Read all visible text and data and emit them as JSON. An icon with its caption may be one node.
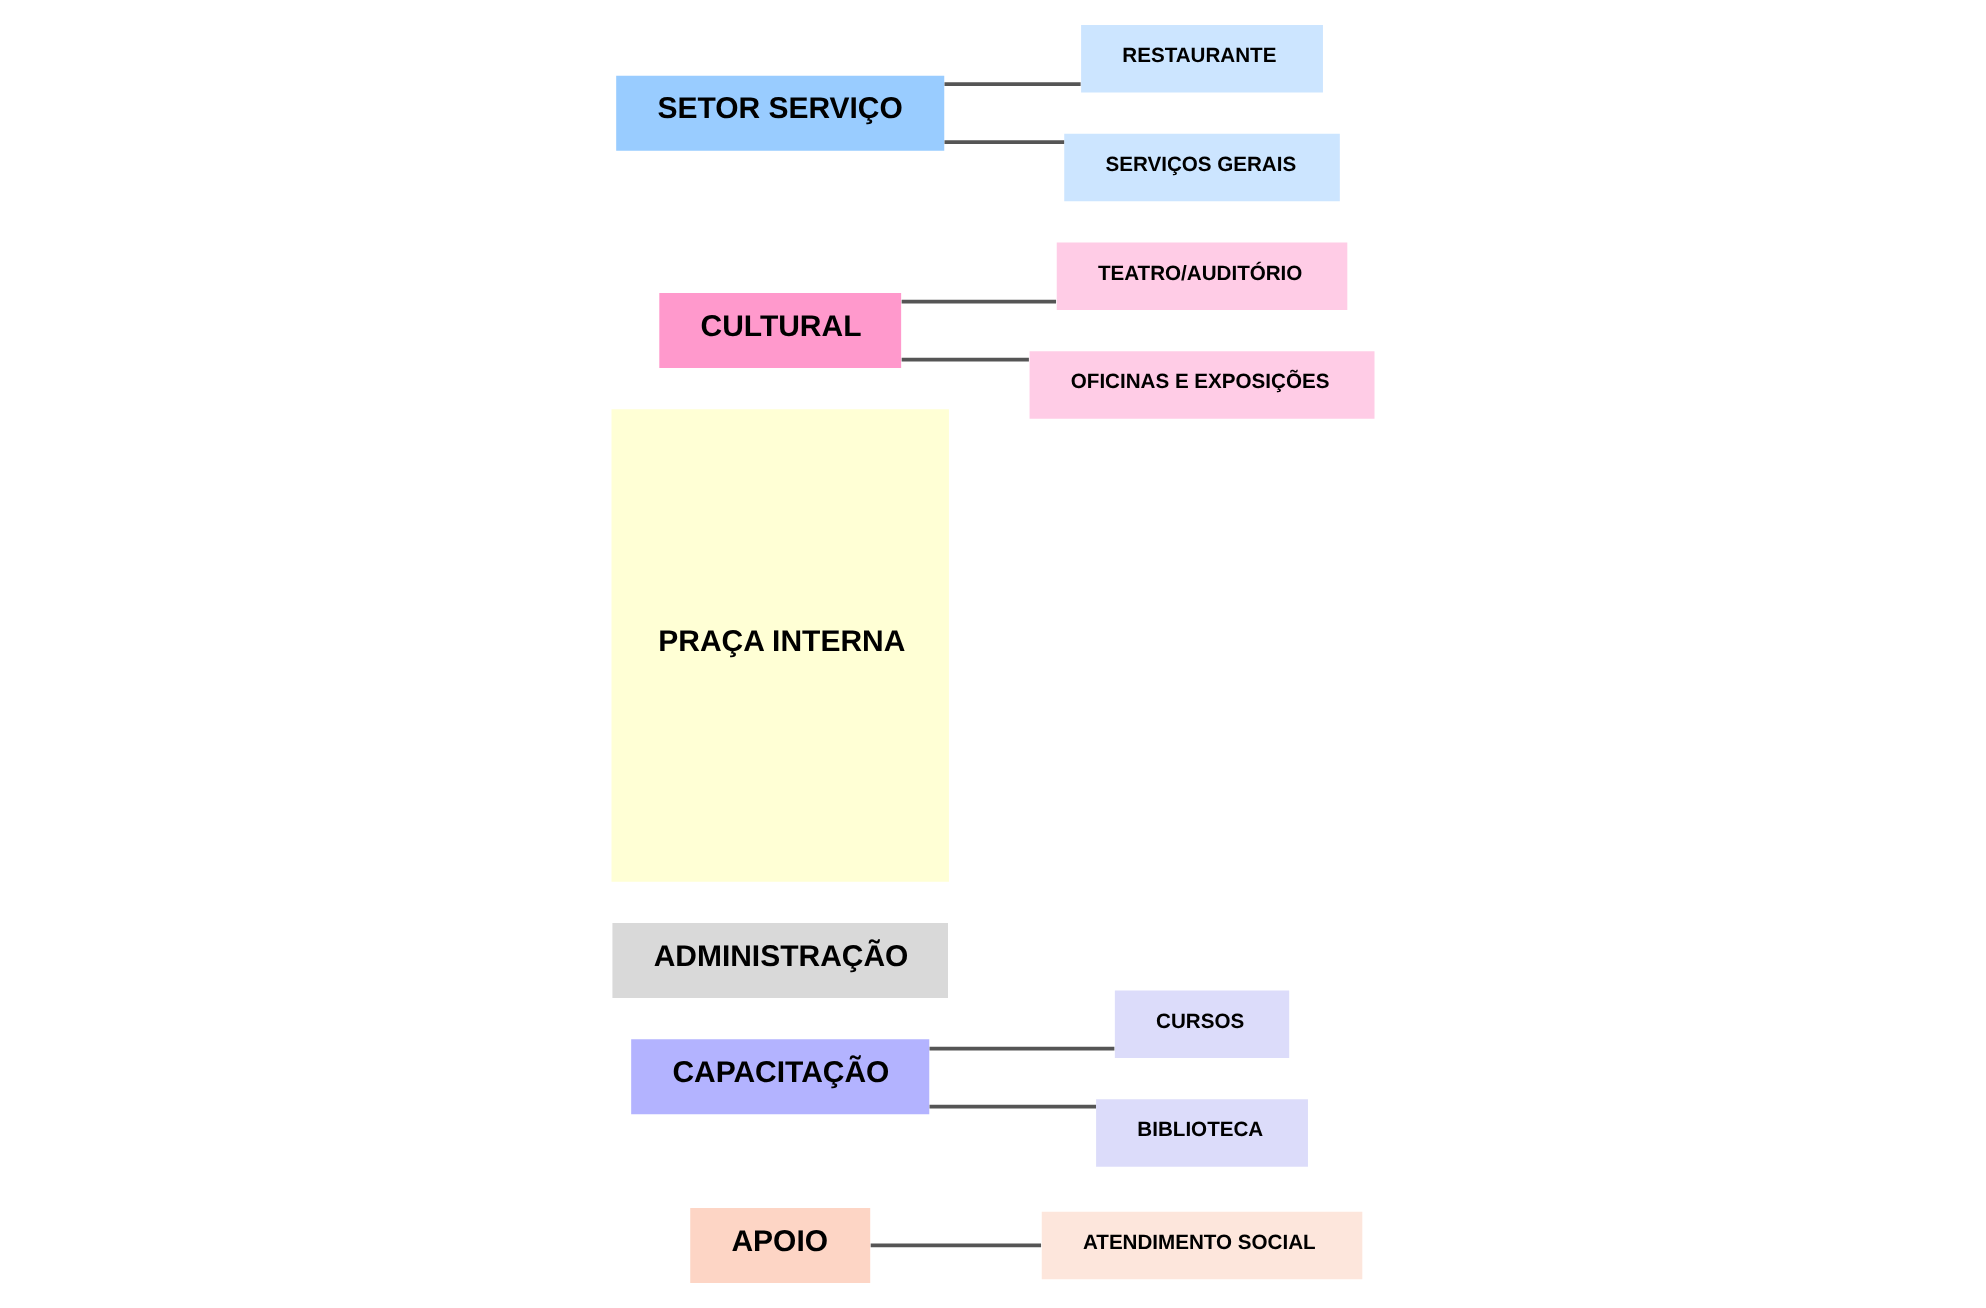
{
  "diagram": {
    "nodes": [
      {
        "text": [
          "APOIO"
        ]
      },
      {
        "text": [
          "ATENDIMENTO SOCIAL"
        ]
      },
      {
        "text": [
          "CAPACITAÇÃO"
        ]
      },
      {
        "text": [
          "CURSOS"
        ]
      },
      {
        "text": [
          "BIBLIOTECA"
        ]
      },
      {
        "text": [
          "ADMINISTRAÇÃO"
        ]
      },
      {
        "text": [
          "PRAÇA INTERNA"
        ]
      },
      {
        "text": [
          "CULTURAL"
        ]
      },
      {
        "text": [
          "TEATRO/AUDITÓRIO"
        ]
      },
      {
        "text": [
          "OFICINAS E EXPOSIÇÕES"
        ]
      },
      {
        "text": [
          "SETOR SERVIÇO"
        ]
      },
      {
        "text": [
          "RESTAURANTE"
        ]
      },
      {
        "text": [
          "SERVIÇOS GERAIS"
        ]
      }
    ],
    "edges": [
      {
        "from": 0,
        "to": 1,
        "arrow": "none"
      },
      {
        "from": 2,
        "to": 3,
        "arrow": "none"
      },
      {
        "from": 2,
        "to": 4,
        "arrow": "none"
      },
      {
        "from": 7,
        "to": 8,
        "arrow": "none"
      },
      {
        "from": 7,
        "to": 9,
        "arrow": "none"
      },
      {
        "from": 10,
        "to": 11,
        "arrow": "none"
      },
      {
        "from": 10,
        "to": 12,
        "arrow": "none"
      }
    ]
  }
}
